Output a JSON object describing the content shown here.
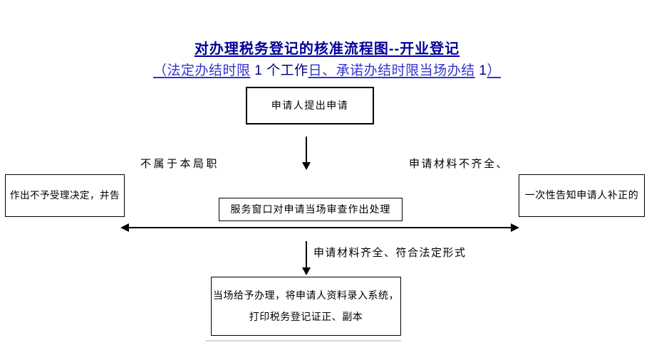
{
  "page": {
    "background": "#ffffff"
  },
  "title": {
    "text": "对办理税务登记的核准流程图--开业登记",
    "color": "#000099"
  },
  "subtitle": {
    "blue_color": "#3333cc",
    "dark_color": "#000080",
    "seg1": "（法定办结时限",
    "seg2": " 1 个工作",
    "seg3": "日、承诺办结时限当场办结",
    "seg4": " 1",
    "seg5": "）"
  },
  "nodes": {
    "top": {
      "label": "申请人提出申请"
    },
    "left": {
      "label": "作出不予受理决定，并告"
    },
    "center": {
      "label": "服务窗口对申请当场审查作出处理"
    },
    "right": {
      "label": "一次性告知申请人补正的"
    },
    "bottom": {
      "line1": "当场给予办理，将申请人资料录入系统，",
      "line2": "打印税务登记证正、副本"
    }
  },
  "edge_labels": {
    "left_branch": "不属于本局职",
    "right_branch": "申请材料不齐全、",
    "down_branch": "申请材料齐全、符合法定形式"
  }
}
